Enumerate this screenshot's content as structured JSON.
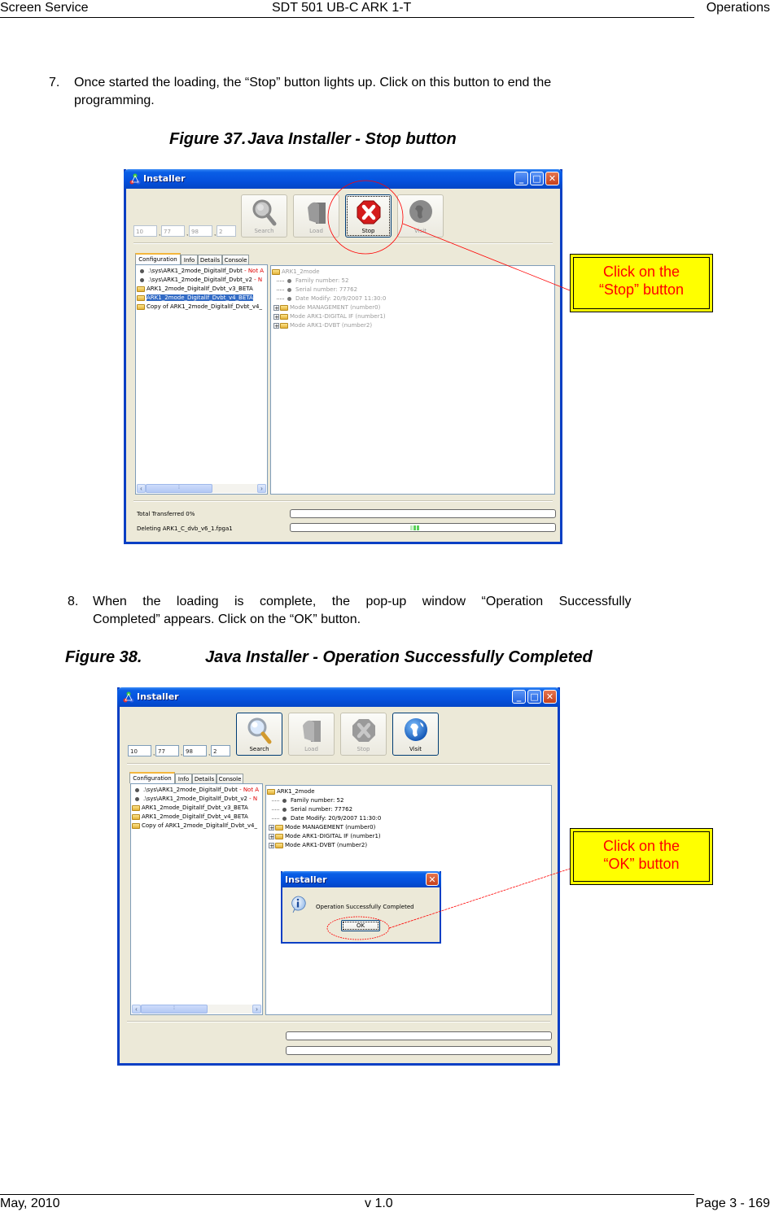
{
  "header": {
    "left": "Screen Service",
    "center": "SDT 501 UB-C ARK 1-T",
    "right": "Operations"
  },
  "footer": {
    "left": "May, 2010",
    "center": "v 1.0",
    "right": "Page 3 - 169"
  },
  "steps": [
    {
      "number": "7.",
      "line1": "Once started the loading, the “Stop” button lights up. Click on this button to end the",
      "line2": "programming."
    },
    {
      "number": "8.",
      "line1": "When the loading is complete, the pop-up window “Operation Successfully",
      "line2": "Completed” appears. Click on the “OK” button."
    }
  ],
  "figures": [
    {
      "caption_num": "Figure 37.",
      "caption_title": "Java Installer - Stop button",
      "window": {
        "title": "Installer",
        "ip": [
          "10",
          "77",
          "98",
          "2"
        ],
        "toolbar": [
          {
            "label": "Search",
            "state": "disabled"
          },
          {
            "label": "Load",
            "state": "disabled"
          },
          {
            "label": "Stop",
            "state": "active"
          },
          {
            "label": "Visit",
            "state": "disabled"
          }
        ],
        "tabs": [
          "Configuration",
          "Info",
          "Details",
          "Console"
        ],
        "file_list": [
          {
            "type": "bullet",
            "text": ".\\sys\\ARK1_2mode_DigitalIf_Dvbt",
            "suffix": " - Not A"
          },
          {
            "type": "bullet",
            "text": ".\\sys\\ARK1_2mode_DigitalIf_Dvbt_v2",
            "suffix": " - N"
          },
          {
            "type": "folder",
            "text": "ARK1_2mode_DigitalIf_Dvbt_v3_BETA"
          },
          {
            "type": "folder",
            "text": "ARK1_2mode_DigitalIf_Dvbt_v4_BETA",
            "selected": true
          },
          {
            "type": "folder",
            "text": "Copy of ARK1_2mode_DigitalIf_Dvbt_v4_"
          }
        ],
        "tree": {
          "root": "ARK1_2mode",
          "props": [
            "Family number: 52",
            "Serial number: 77762",
            "Date Modify: 20/9/2007  11:30:0"
          ],
          "modes": [
            "Mode MANAGEMENT (number0)",
            "Mode ARK1-DIGITAL IF (number1)",
            "Mode ARK1-DVBT (number2)"
          ]
        },
        "status": {
          "total": "Total Transferred 0%",
          "current": "Deleting ARK1_C_dvb_v6_1.fpga1"
        }
      },
      "callout": {
        "line1": "Click on the",
        "line2": "“Stop” button"
      }
    },
    {
      "caption_num": "Figure 38.",
      "caption_title": "Java Installer - Operation Successfully Completed",
      "window": {
        "title": "Installer",
        "ip": [
          "10",
          "77",
          "98",
          "2"
        ],
        "toolbar": [
          {
            "label": "Search",
            "state": "enabled"
          },
          {
            "label": "Load",
            "state": "disabled"
          },
          {
            "label": "Stop",
            "state": "disabled"
          },
          {
            "label": "Visit",
            "state": "enabled"
          }
        ],
        "tabs": [
          "Configuration",
          "Info",
          "Details",
          "Console"
        ],
        "file_list": [
          {
            "type": "bullet",
            "text": ".\\sys\\ARK1_2mode_DigitalIf_Dvbt",
            "suffix": " - Not A"
          },
          {
            "type": "bullet",
            "text": ".\\sys\\ARK1_2mode_DigitalIf_Dvbt_v2",
            "suffix": " - N"
          },
          {
            "type": "folder",
            "text": "ARK1_2mode_DigitalIf_Dvbt_v3_BETA"
          },
          {
            "type": "folder",
            "text": "ARK1_2mode_DigitalIf_Dvbt_v4_BETA"
          },
          {
            "type": "folder",
            "text": "Copy of ARK1_2mode_DigitalIf_Dvbt_v4_"
          }
        ],
        "tree": {
          "root": "ARK1_2mode",
          "props": [
            "Family number: 52",
            "Serial number: 77762",
            "Date Modify: 20/9/2007  11:30:0"
          ],
          "modes": [
            "Mode MANAGEMENT (number0)",
            "Mode ARK1-DIGITAL IF (number1)",
            "Mode ARK1-DVBT (number2)"
          ]
        },
        "dialog": {
          "title": "Installer",
          "message": "Operation Successfully Completed",
          "ok_label": "OK"
        }
      },
      "callout": {
        "line1": "Click on the",
        "line2": "“OK” button"
      }
    }
  ],
  "colors": {
    "annotation_red": "#ff0000",
    "callout_yellow": "#ffff00",
    "xp_title_blue": "#0551dd",
    "window_bg": "#ece9d8",
    "selection": "#316ac5"
  }
}
